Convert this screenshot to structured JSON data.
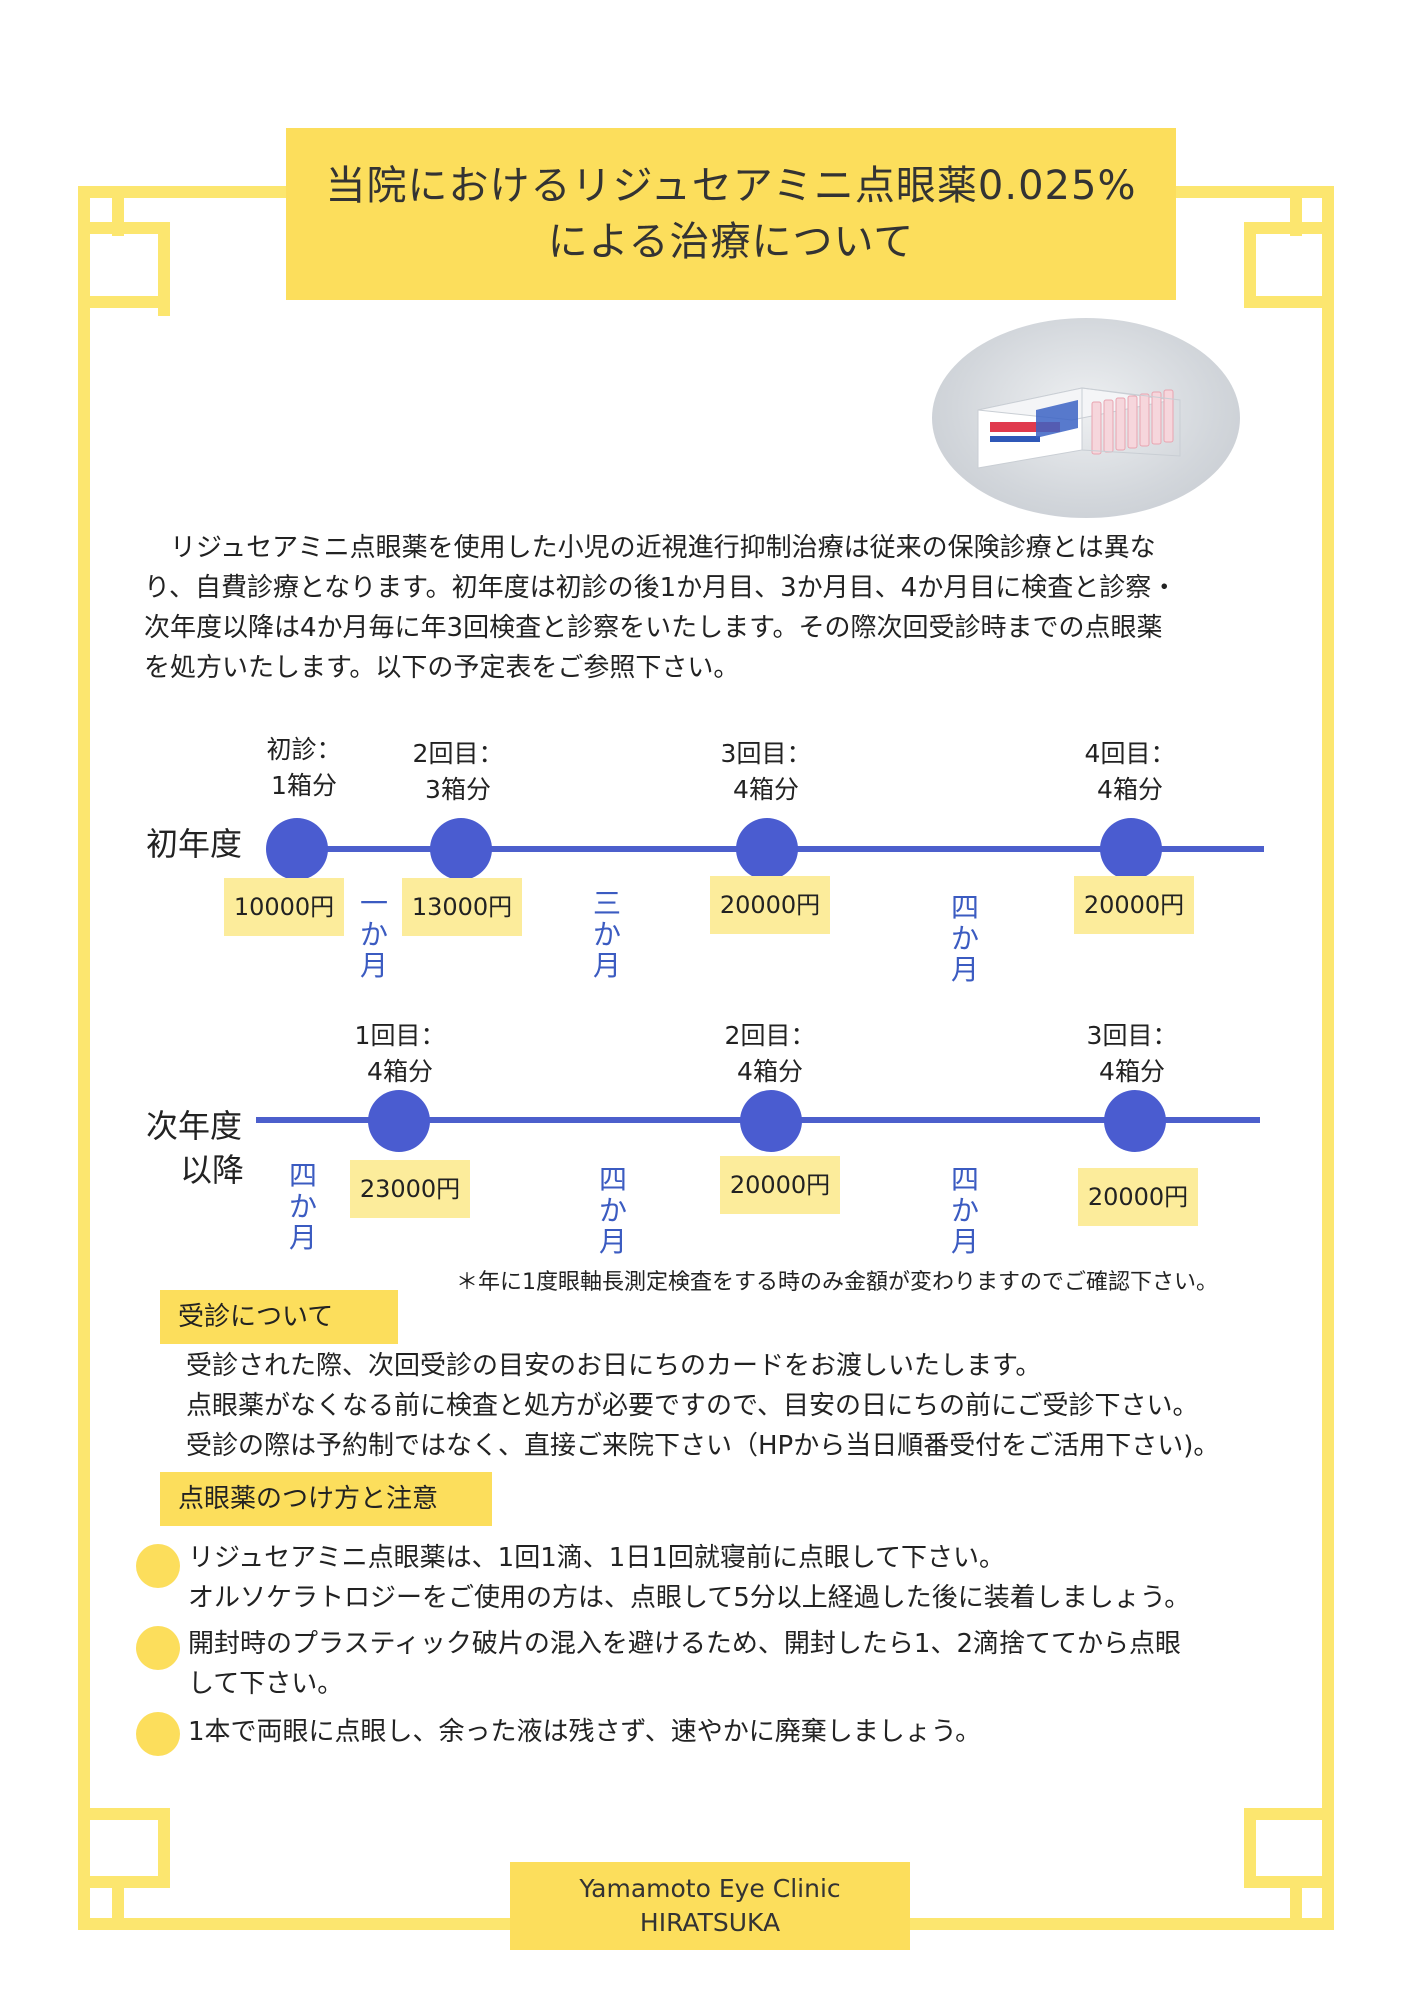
{
  "title": {
    "line1": "当院におけるリジュセアミニ点眼薬0.025%",
    "line2": "による治療について"
  },
  "product_image": {
    "description_icon": "eye-drop-product-box-image"
  },
  "intro_lines": [
    "　リジュセアミニ点眼薬を使用した小児の近視進行抑制治療は従来の保険診療とは異な",
    "り、自費診療となります。初年度は初診の後1か月目、3か月目、4か月目に検査と診察・",
    "次年度以降は4か月毎に年3回検査と診察をいたします。その際次回受診時までの点眼薬",
    "を処方いたします。以下の予定表をご参照下さい。"
  ],
  "first_year": {
    "label": "初年度",
    "visits": [
      {
        "name": "初診：",
        "boxes": "1箱分",
        "price": "10000円"
      },
      {
        "name": "2回目：",
        "boxes": "3箱分",
        "price": "13000円"
      },
      {
        "name": "3回目：",
        "boxes": "4箱分",
        "price": "20000円"
      },
      {
        "name": "4回目：",
        "boxes": "4箱分",
        "price": "20000円"
      }
    ],
    "intervals": [
      [
        "一",
        "か",
        "月"
      ],
      [
        "三",
        "か",
        "月"
      ],
      [
        "四",
        "か",
        "月"
      ]
    ]
  },
  "later_years": {
    "label_line1": "次年度",
    "label_line2": "以降",
    "visits": [
      {
        "name": "1回目：",
        "boxes": "4箱分",
        "price": "23000円"
      },
      {
        "name": "2回目：",
        "boxes": "4箱分",
        "price": "20000円"
      },
      {
        "name": "3回目：",
        "boxes": "4箱分",
        "price": "20000円"
      }
    ],
    "intervals": [
      [
        "四",
        "か",
        "月"
      ],
      [
        "四",
        "か",
        "月"
      ],
      [
        "四",
        "か",
        "月"
      ]
    ]
  },
  "note": "＊年に1度眼軸長測定検査をする時のみ金額が変わりますのでご確認下さい。",
  "visit_section": {
    "heading": "受診について",
    "lines": [
      "受診された際、次回受診の目安のお日にちのカードをお渡しいたします。",
      "点眼薬がなくなる前に検査と処方が必要ですので、目安の日にちの前にご受診下さい。",
      "受診の際は予約制ではなく、直接ご来院下さい（HPから当日順番受付をご活用下さい)。"
    ]
  },
  "usage_section": {
    "heading": "点眼薬のつけ方と注意",
    "items": [
      {
        "line1": "リジュセアミニ点眼薬は、1回1滴、1日1回就寝前に点眼して下さい。",
        "line2": "オルソケラトロジーをご使用の方は、点眼して5分以上経過した後に装着しましょう。"
      },
      {
        "line1": "開封時のプラスティック破片の混入を避けるため、開封したら1、2滴捨ててから点眼",
        "line2": "して下さい。"
      },
      {
        "line1": "1本で両眼に点眼し、余った液は残さず、速やかに廃棄しましょう。",
        "line2": ""
      }
    ]
  },
  "footer": {
    "line1": "Yamamoto Eye Clinic",
    "line2": "HIRATSUKA"
  },
  "colors": {
    "accent_yellow": "#fcde5c",
    "frame_yellow": "#fce66f",
    "timeline_blue": "#4c5fcc",
    "price_bg": "#fcec9b"
  }
}
